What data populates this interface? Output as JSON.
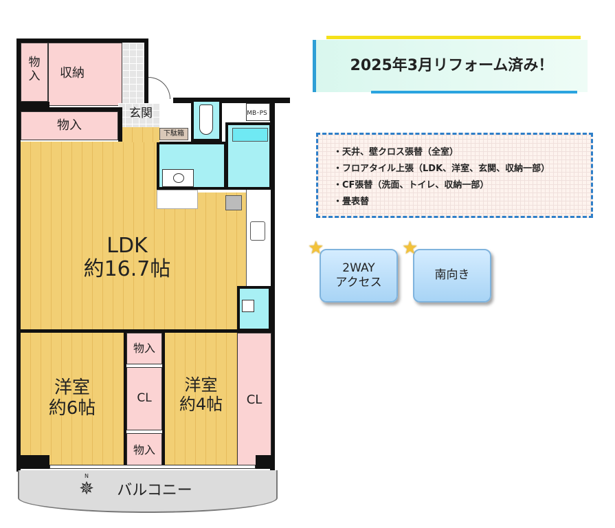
{
  "floorplan": {
    "rooms": {
      "storage_small": "物\n入",
      "storage": "収納",
      "storage_2": "物入",
      "entrance": "玄関",
      "shoe_box": "下駄箱",
      "mb_ps": "MB･PS",
      "ldk": "LDK\n約16.7帖",
      "western_6": "洋室\n約6帖",
      "western_4": "洋室\n約4帖",
      "closet_upper": "物入",
      "closet_mid": "CL",
      "closet_lower": "物入",
      "closet_right": "CL",
      "balcony": "バルコニー",
      "north": "N"
    }
  },
  "banner": {
    "title": "2025年3月リフォーム済み！"
  },
  "renovations": [
    "・天井、壁クロス張替（全室）",
    "・フロアタイル上張（LDK、洋室、玄関、収納一部）",
    "・CF張替（洗面、トイレ、収納一部）",
    "・畳表替"
  ],
  "features": [
    "2WAY\nアクセス",
    "南向き"
  ],
  "colors": {
    "accent_blue": "#2e7fc9",
    "yellow": "#f5e11a",
    "pink": "#fbd3d3",
    "cyan": "#a8f0f4"
  }
}
